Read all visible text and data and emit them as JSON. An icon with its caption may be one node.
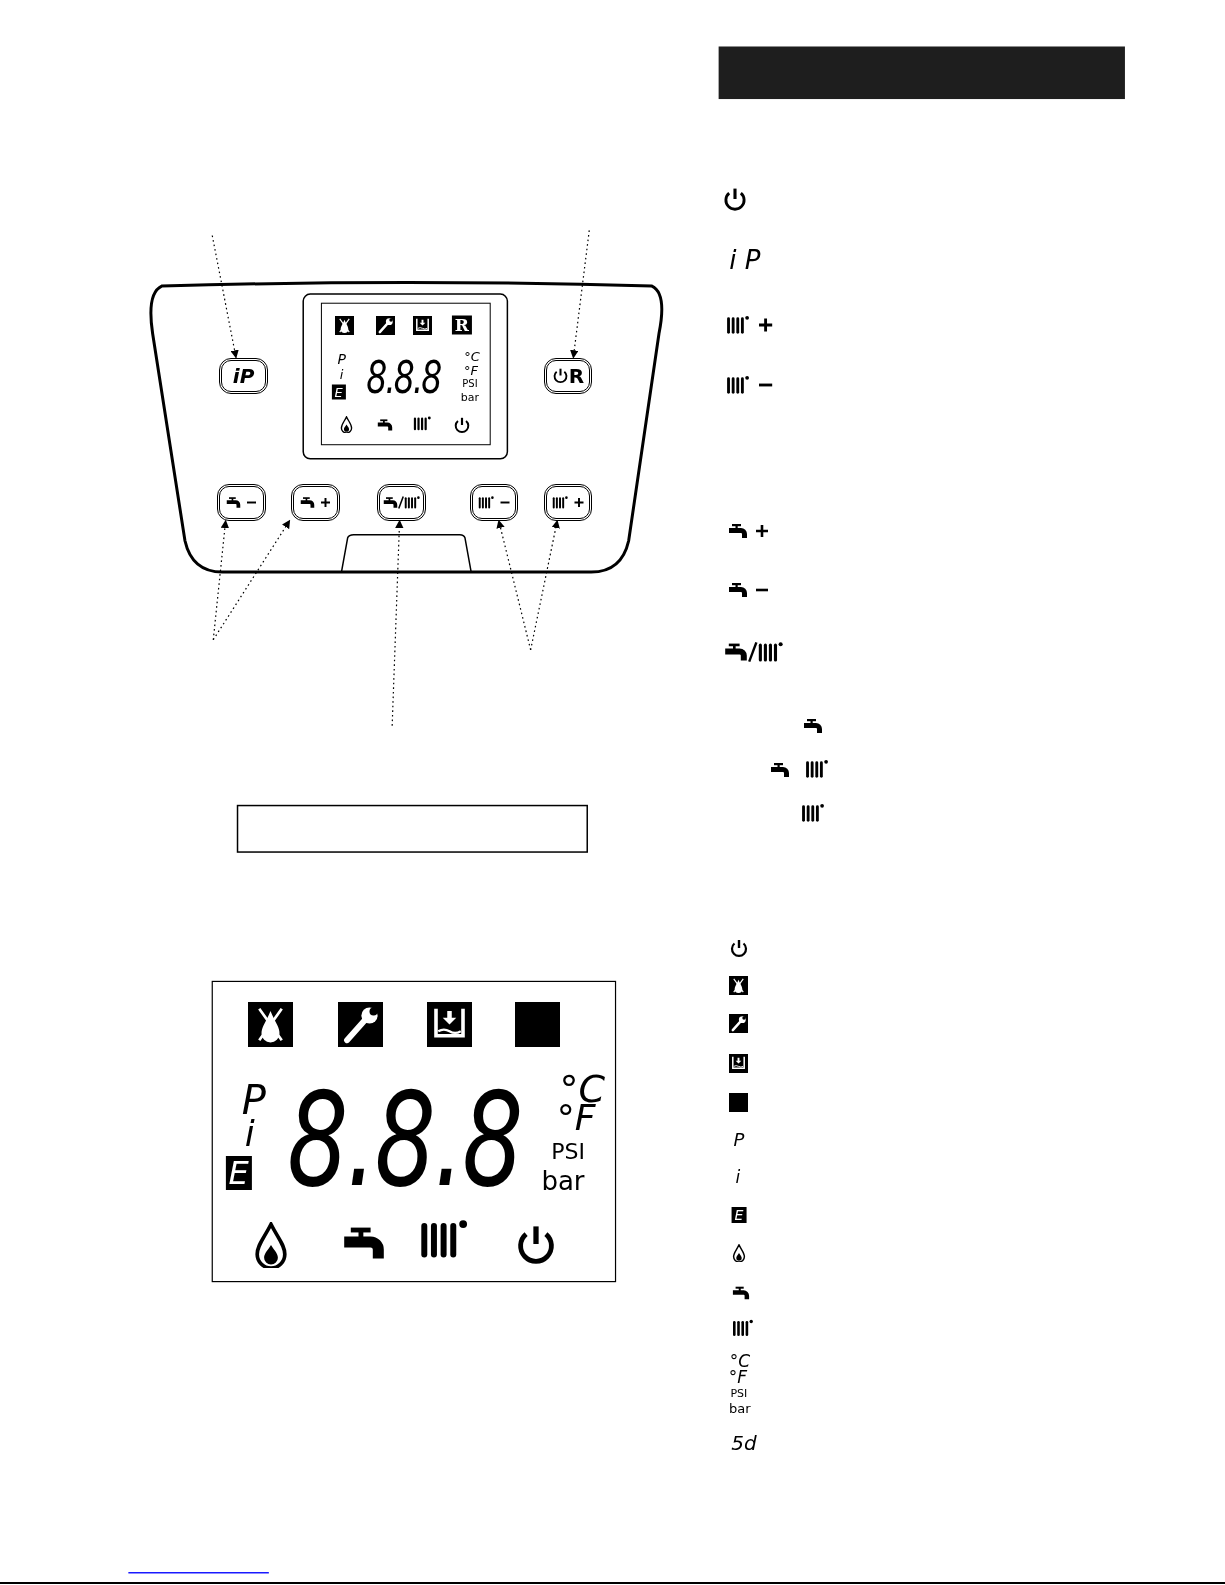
{
  "diagram": {
    "nodes": [
      {
        "text": [
          "iP"
        ]
      },
      {
        "text": [
          "R"
        ]
      },
      {
        "text": [],
        "shape": "box"
      },
      {
        "text": [],
        "shape": "box"
      },
      {
        "text": [],
        "shape": "box"
      },
      {
        "text": [],
        "shape": "box"
      },
      {
        "text": [],
        "shape": "box"
      }
    ],
    "edges": [
      {
        "from": null,
        "to": 0,
        "arrow": "to",
        "style": "dashed"
      },
      {
        "from": null,
        "to": 1,
        "arrow": "to",
        "style": "dashed"
      },
      {
        "from": null,
        "to": 2,
        "arrow": "to",
        "style": "dashed"
      },
      {
        "from": null,
        "to": 3,
        "arrow": "to",
        "style": "dashed"
      },
      {
        "from": null,
        "to": 4,
        "arrow": "to",
        "style": "dashed"
      },
      {
        "from": null,
        "to": 5,
        "arrow": "to",
        "style": "dashed"
      },
      {
        "from": null,
        "to": 6,
        "arrow": "to",
        "style": "dashed"
      }
    ],
    "labels": [
      "R",
      "P",
      "i",
      "E",
      "8.8.8",
      "°C",
      "°F",
      "PSI",
      "bar",
      "P",
      "i",
      "E",
      "8.8.8",
      "°C",
      "°F",
      "PSI",
      "bar",
      "i P",
      "P",
      "i",
      "E",
      "°C",
      "°F",
      "PSI",
      "bar",
      "5d"
    ]
  }
}
